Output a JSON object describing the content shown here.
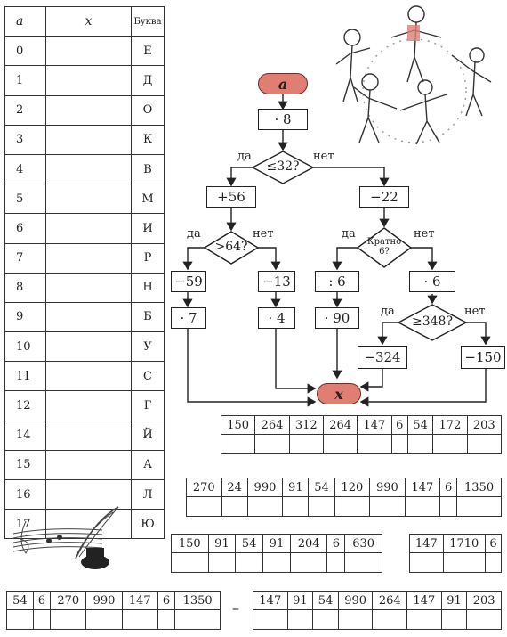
{
  "table": {
    "headers": {
      "a": "a",
      "x": "x",
      "letter": "Буква"
    },
    "rows": [
      {
        "a": "0",
        "letter": "Е"
      },
      {
        "a": "1",
        "letter": "Д"
      },
      {
        "a": "2",
        "letter": "О"
      },
      {
        "a": "3",
        "letter": "К"
      },
      {
        "a": "4",
        "letter": "В"
      },
      {
        "a": "5",
        "letter": "М"
      },
      {
        "a": "6",
        "letter": "И"
      },
      {
        "a": "7",
        "letter": "Р"
      },
      {
        "a": "8",
        "letter": "Н"
      },
      {
        "a": "9",
        "letter": "Б"
      },
      {
        "a": "10",
        "letter": "У"
      },
      {
        "a": "11",
        "letter": "С"
      },
      {
        "a": "12",
        "letter": "Г"
      },
      {
        "a": "14",
        "letter": "Й"
      },
      {
        "a": "15",
        "letter": "А"
      },
      {
        "a": "16",
        "letter": "Л"
      },
      {
        "a": "17",
        "letter": "Ю"
      }
    ]
  },
  "flow": {
    "start": "a",
    "mul8": "· 8",
    "cond1": "≤32?",
    "yes": "да",
    "no": "нет",
    "plus56": "+56",
    "minus22": "−22",
    "cond2": ">64?",
    "cond3_line1": "Кратно",
    "cond3_line2": "6?",
    "minus59": "−59",
    "minus13": "−13",
    "div6": ": 6",
    "mul6": "· 6",
    "mul7": "· 7",
    "mul4": "· 4",
    "mul90": "· 90",
    "cond4": "≥348?",
    "minus324": "−324",
    "minus150": "−150",
    "end": "x"
  },
  "grids": {
    "g1": [
      "150",
      "264",
      "312",
      "264",
      "147",
      "6",
      "54",
      "172",
      "203"
    ],
    "g2": [
      "270",
      "24",
      "990",
      "91",
      "54",
      "120",
      "990",
      "147",
      "6",
      "1350"
    ],
    "g3": [
      "150",
      "91",
      "54",
      "91",
      "204",
      "6",
      "630"
    ],
    "g4": [
      "147",
      "1710",
      "6"
    ],
    "g5": [
      "54",
      "6",
      "270",
      "990",
      "147",
      "6",
      "1350"
    ],
    "g6": [
      "147",
      "91",
      "54",
      "990",
      "264",
      "147",
      "91",
      "203"
    ],
    "dash": "–"
  }
}
